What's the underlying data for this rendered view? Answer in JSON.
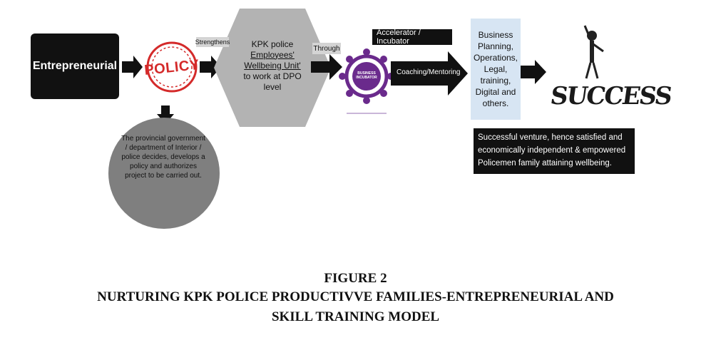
{
  "diagram": {
    "entrepreneurial_label": "Entrepreneurial",
    "policy_label": "POLICY",
    "strengthens_label": "Strengthens",
    "hexagon": {
      "line1": "KPK police",
      "line2": "Employees'",
      "line3": "Wellbeing Unit'",
      "line4": "to work at DPO",
      "line5": "level"
    },
    "through_label": "Through",
    "incubator_logo_text": "BUSINESS INCUBATOR",
    "accelerator_label": "Accelerator / Incubator",
    "coaching_label": "Coaching/Mentoring",
    "business_planning": {
      "lines": [
        "Business",
        "Planning,",
        "Operations,",
        "Legal,",
        "training,",
        "Digital and",
        "others."
      ]
    },
    "success_label": "SUCCESS",
    "venture_text": "Successful venture, hence satisfied and economically independent & empowered Policemen family attaining wellbeing.",
    "policy_description": "The provincial government / department of Interior / police decides, develops a policy and authorizes project to be carried out."
  },
  "caption": {
    "line1": "FIGURE 2",
    "line2": "NURTURING KPK POLICE PRODUCTIVVE FAMILIES-ENTREPRENEURIAL AND",
    "line3": "SKILL TRAINING MODEL"
  },
  "colors": {
    "policy_red": "#d42a2a",
    "circle_gray": "#7f7f7f",
    "hexagon_gray": "#b3b3b3",
    "incubator_purple": "#6a2a8c",
    "bp_blue": "#d7e5f3"
  }
}
